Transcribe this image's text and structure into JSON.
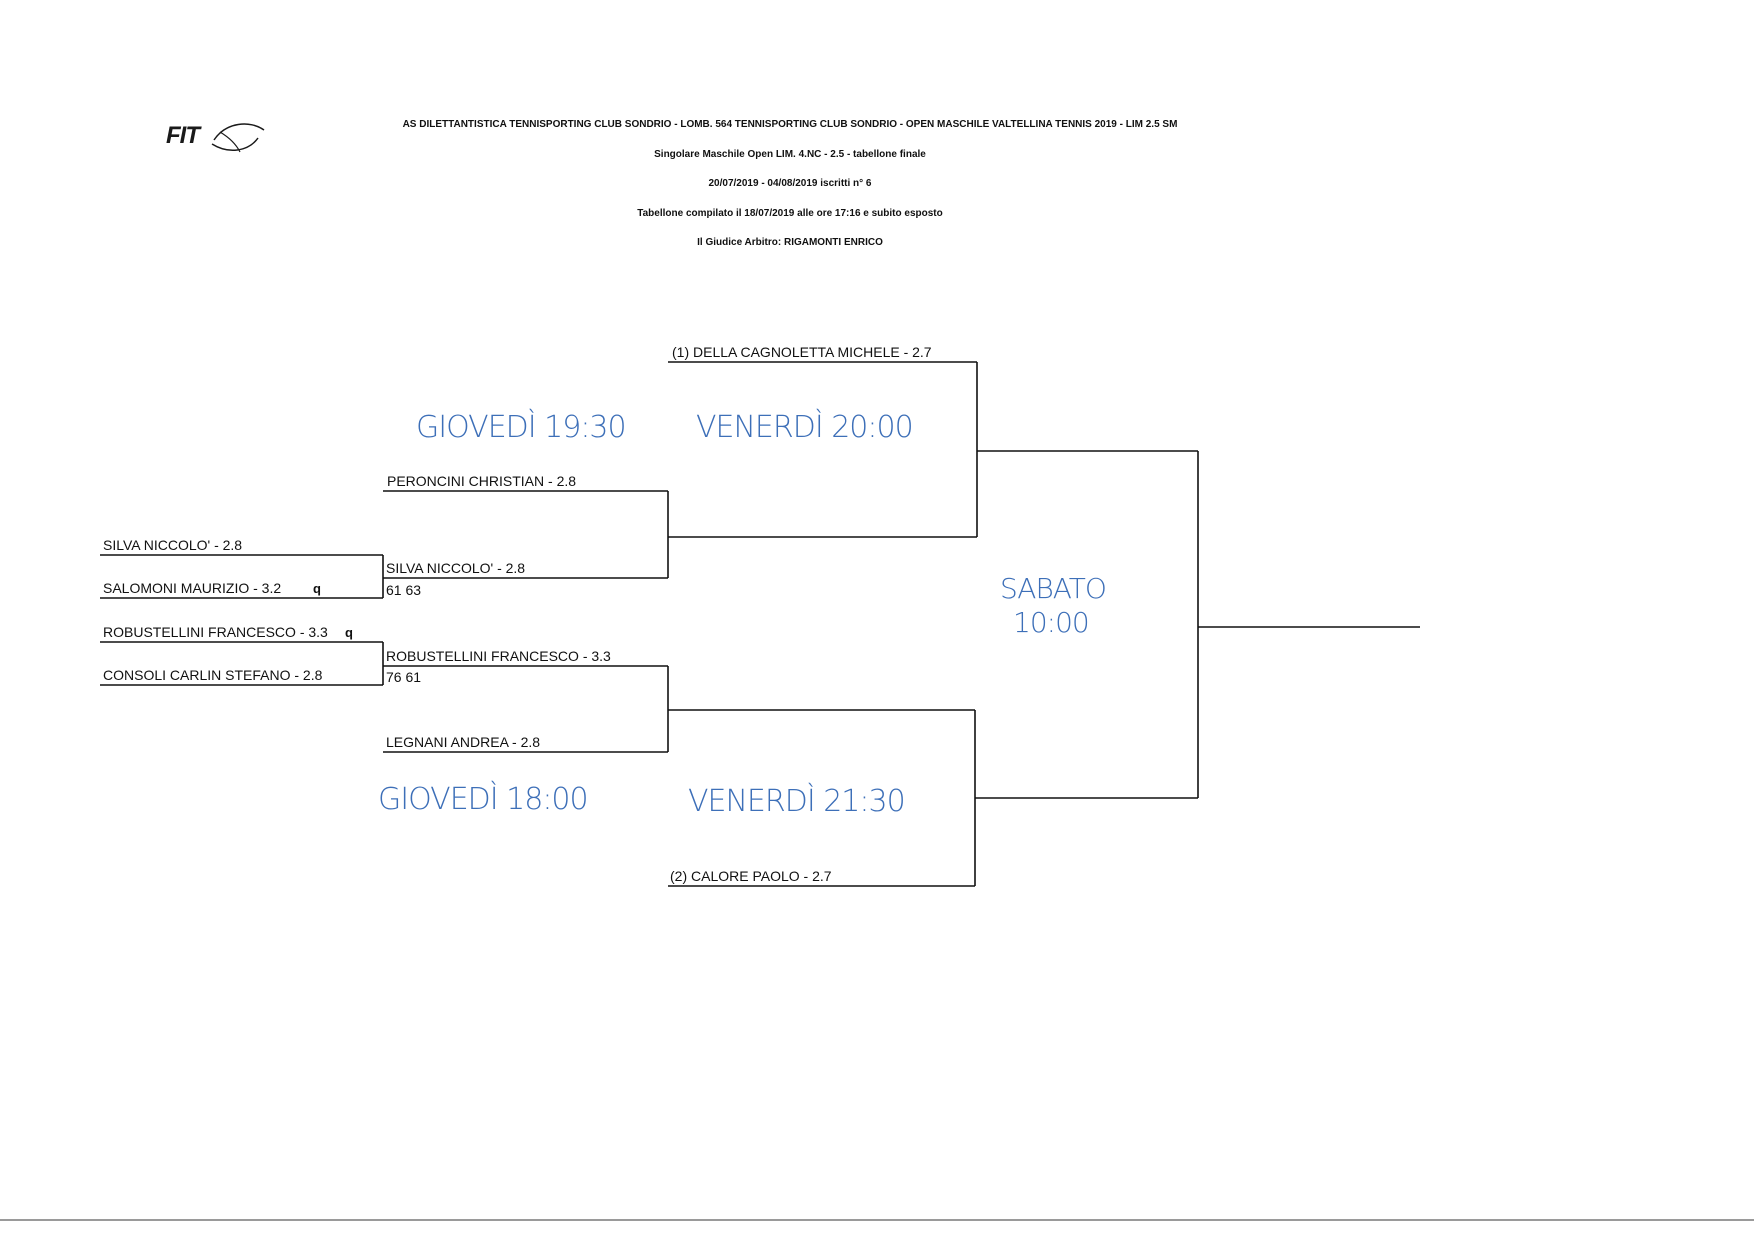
{
  "logo": {
    "text": "FIT"
  },
  "header": {
    "line1": "AS DILETTANTISTICA TENNISPORTING CLUB SONDRIO - LOMB. 564 TENNISPORTING CLUB SONDRIO -  OPEN MASCHILE VALTELLINA TENNIS 2019 -  LIM 2.5 SM",
    "line2": "Singolare Maschile Open LIM. 4.NC - 2.5 - tabellone finale",
    "line3": "20/07/2019 - 04/08/2019   iscritti n° 6",
    "line4": "Tabellone compilato il 18/07/2019 alle ore 17:16 e subito esposto",
    "line5": "Il Giudice Arbitro: RIGAMONTI ENRICO"
  },
  "round1": {
    "p1": "SILVA NICCOLO' - 2.8",
    "p2": "SALOMONI MAURIZIO - 3.2",
    "p2_flag": "q",
    "p3": "ROBUSTELLINI FRANCESCO - 3.3",
    "p3_flag": "q",
    "p4": "CONSOLI CARLIN STEFANO - 2.8"
  },
  "round2": {
    "p1": "PERONCINI CHRISTIAN - 2.8",
    "w1": "SILVA NICCOLO' - 2.8",
    "w1_score": "61 63",
    "w2": "ROBUSTELLINI FRANCESCO - 3.3",
    "w2_score": "76 61",
    "p4": "LEGNANI ANDREA - 2.8"
  },
  "semis": {
    "seed1": "(1) DELLA CAGNOLETTA MICHELE - 2.7",
    "seed2": "(2) CALORE PAOLO - 2.7"
  },
  "handwritten": {
    "top_r2": "GIOVEDÌ 19:30",
    "top_sf": "VENERDÌ 20:00",
    "bottom_r2": "GIOVEDÌ 18:00",
    "bottom_sf": "VENERDÌ 21:30",
    "final_day": "SABATO",
    "final_time": "10:00"
  },
  "colors": {
    "ink": "#111111",
    "pen": "#3d6fb8"
  }
}
